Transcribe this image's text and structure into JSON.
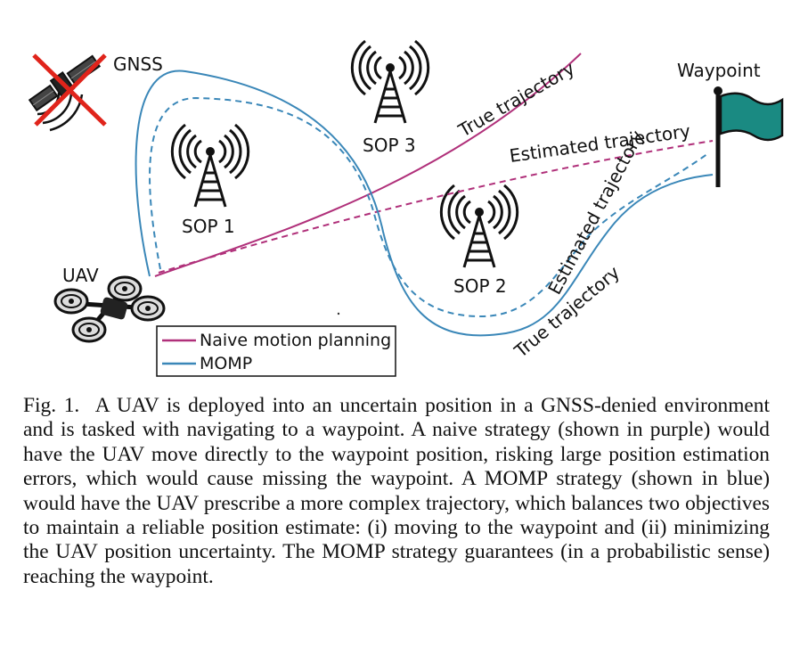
{
  "figure": {
    "labels": {
      "gnss": "GNSS",
      "waypoint": "Waypoint",
      "uav": "UAV",
      "sop1": "SOP 1",
      "sop2": "SOP 2",
      "sop3": "SOP 3",
      "true_trajectory_naive": "True trajectory",
      "estimated_trajectory_naive": "Estimated trajectory",
      "estimated_trajectory_momp": "Estimated trajectory",
      "true_trajectory_momp": "True trajectory"
    },
    "legend": [
      {
        "label": "Naive motion planning",
        "color": "#b0307a"
      },
      {
        "label": "MOMP",
        "color": "#3a87b8"
      }
    ],
    "colors": {
      "naive": "#b0307a",
      "momp": "#3a87b8",
      "flag": "#1a8a82",
      "cross": "#e0241b"
    },
    "icons": [
      "satellite-icon",
      "cell-tower-icon",
      "drone-icon",
      "flag-icon"
    ]
  },
  "caption": {
    "fig_number": "Fig. 1.",
    "text": "A UAV is deployed into an uncertain position in a GNSS-denied environment and is tasked with navigating to a waypoint. A naive strategy (shown in purple) would have the UAV move directly to the waypoint position, risking large position estimation errors, which would cause missing the waypoint. A MOMP strategy (shown in blue) would have the UAV prescribe a more complex trajectory, which balances two objectives to maintain a reliable position estimate: (i) moving to the waypoint and (ii) minimizing the UAV position uncertainty. The MOMP strategy guarantees (in a probabilistic sense) reaching the waypoint."
  }
}
